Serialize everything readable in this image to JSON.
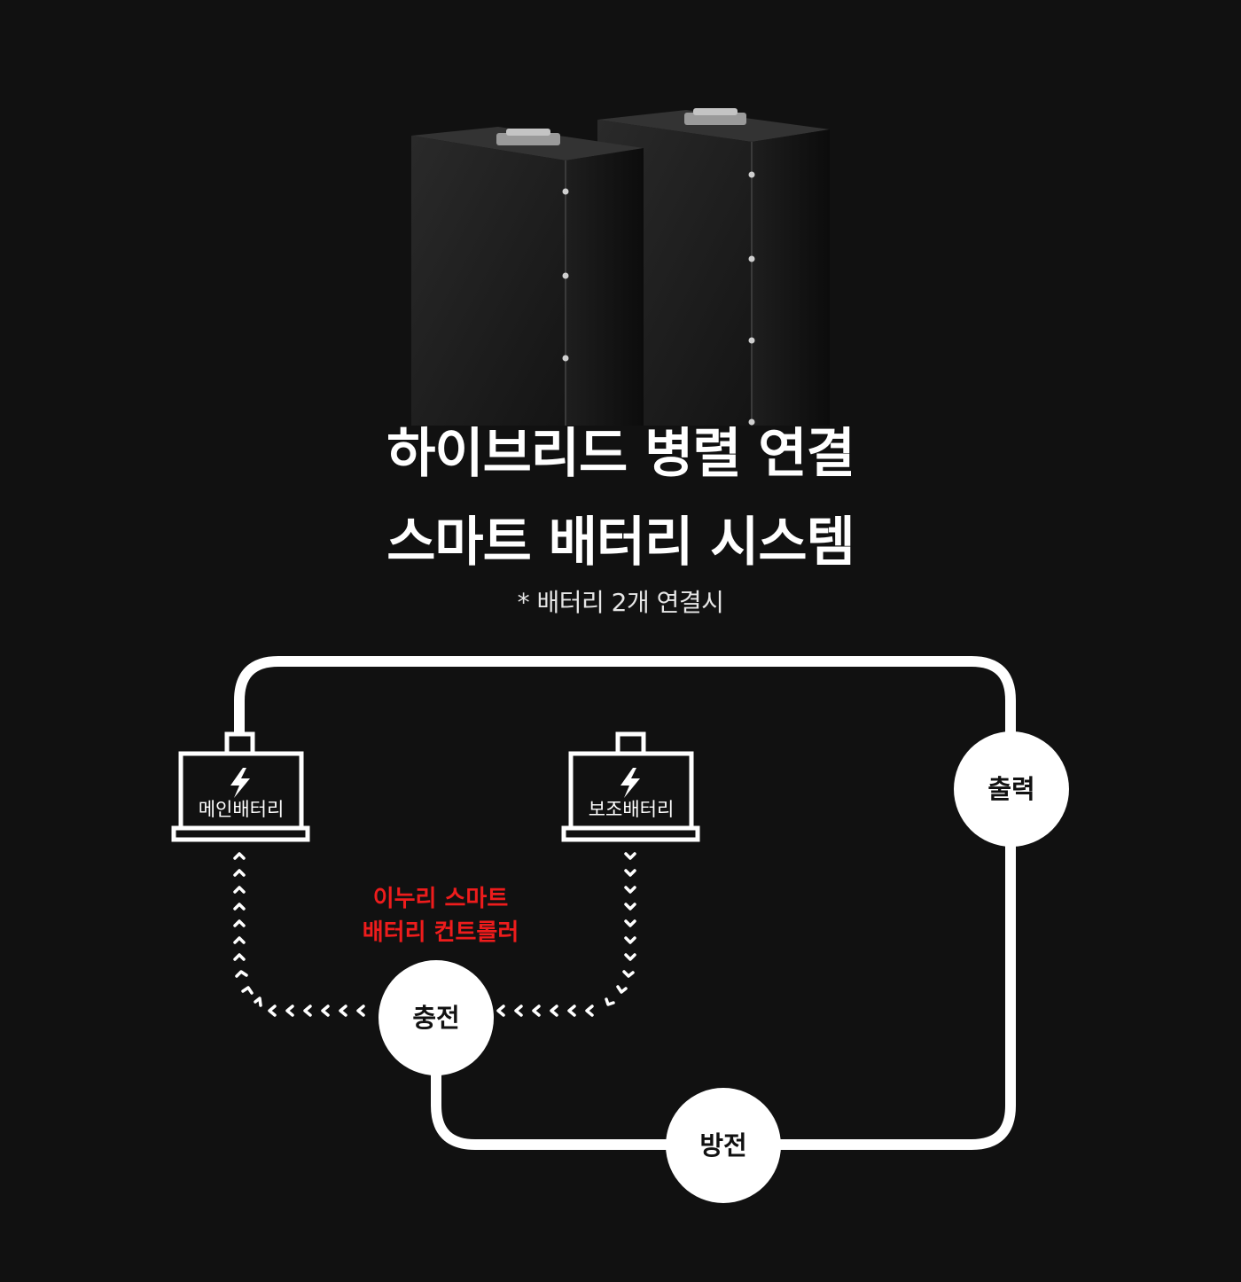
{
  "title": {
    "line1": "하이브리드 병렬 연결",
    "line2": "스마트 배터리 시스템"
  },
  "note": "* 배터리 2개 연결시",
  "controller": {
    "line1": "이누리 스마트",
    "line2": "배터리 컨트롤러",
    "color": "#ee1c1c"
  },
  "batteries": {
    "main": {
      "label": "메인배터리",
      "icon": "lightning-bolt-icon"
    },
    "aux": {
      "label": "보조배터리",
      "icon": "lightning-bolt-icon"
    }
  },
  "nodes": {
    "output": "출력",
    "charge": "충전",
    "discharge": "방전"
  },
  "colors": {
    "background": "#111111",
    "line": "#ffffff",
    "accent": "#ee1c1c"
  }
}
